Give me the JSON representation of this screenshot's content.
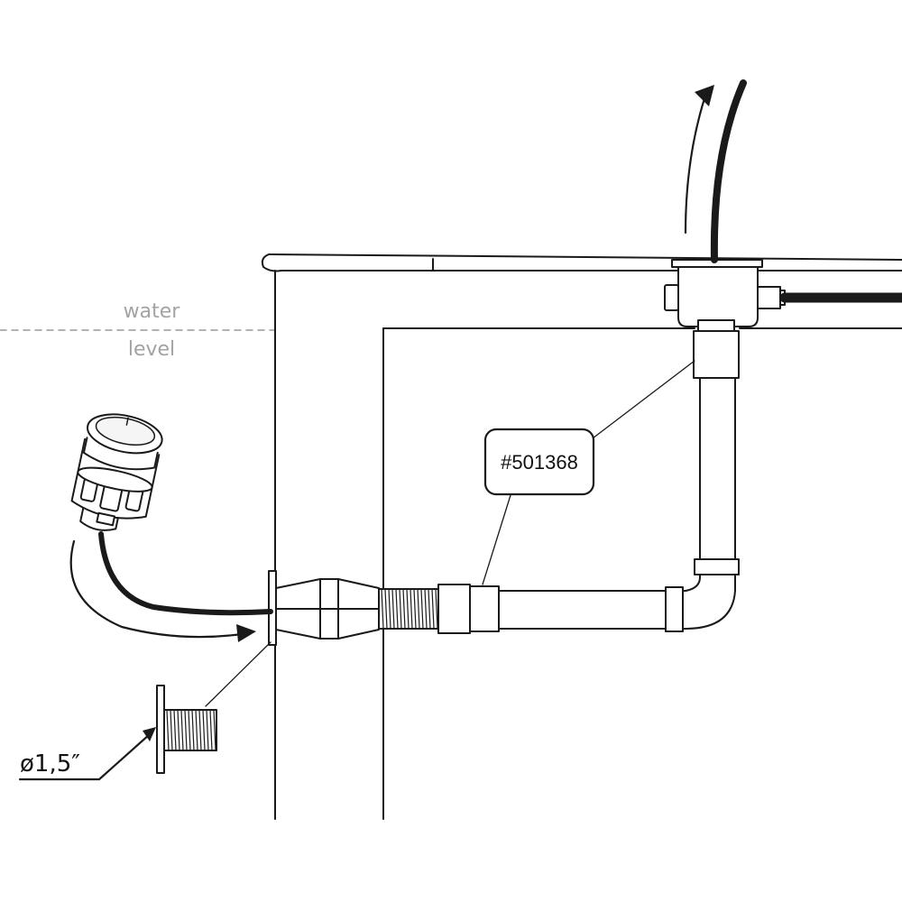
{
  "labels": {
    "water_level_line1": "water",
    "water_level_line2": "level",
    "part_number": "#501368",
    "diameter": "ø1,5″"
  },
  "colors": {
    "stroke": "#1a1a1a",
    "water_level_text": "#a3a3a3",
    "water_level_line": "#9a9a9a",
    "fill": "#ffffff"
  },
  "icons": [
    "light-fixture-icon",
    "flow-arrow-icon",
    "threaded-fitting-icon"
  ]
}
